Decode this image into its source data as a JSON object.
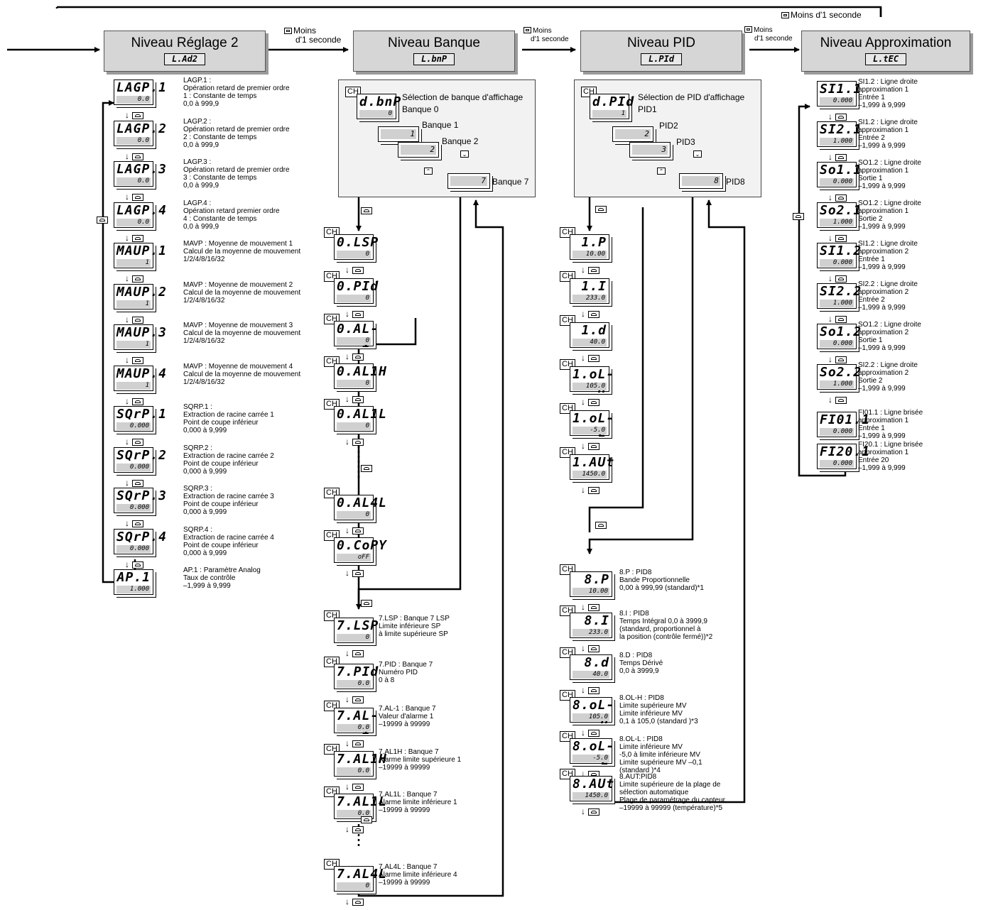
{
  "transitions": {
    "less_than_1s": "Moins d'1 seconde",
    "moins": "Moins",
    "d1_seconde": "d'1 seconde"
  },
  "levels": {
    "adj2": {
      "title": "Niveau Réglage 2",
      "code": "L.Ad2"
    },
    "bank": {
      "title": "Niveau Banque",
      "code": "L.bnP"
    },
    "pid": {
      "title": "Niveau PID",
      "code": "L.PId"
    },
    "approx": {
      "title": "Niveau Approximation",
      "code": "L.tEC"
    }
  },
  "ch_label": "CH",
  "adj2_items": [
    {
      "code": "LAGP.1",
      "value": "0.0",
      "desc": [
        "LAGP.1 :",
        "Opération retard de premier ordre",
        "1 : Constante de temps",
        "0,0 à 999,9"
      ]
    },
    {
      "code": "LAGP.2",
      "value": "0.0",
      "desc": [
        "LAGP.2 :",
        "Opération retard de premier ordre",
        "2 : Constante de temps",
        "0,0 à 999,9"
      ]
    },
    {
      "code": "LAGP.3",
      "value": "0.0",
      "desc": [
        "LAGP.3 :",
        "Opération retard de premier ordre",
        "3 : Constante de temps",
        "0,0 à 999,9"
      ]
    },
    {
      "code": "LAGP.4",
      "value": "0.0",
      "desc": [
        "LAGP.4 :",
        "Opération retard premier ordre",
        "4 : Constante de temps",
        "0,0 à 999,9"
      ]
    },
    {
      "code": "MAUP.1",
      "value": "1",
      "desc": [
        "MAVP : Moyenne de mouvement 1",
        "Calcul de la moyenne de mouvement",
        "1/2/4/8/16/32"
      ]
    },
    {
      "code": "MAUP.2",
      "value": "1",
      "desc": [
        "MAVP : Moyenne de mouvement 2",
        "Calcul de la moyenne de mouvement",
        "1/2/4/8/16/32"
      ]
    },
    {
      "code": "MAUP.3",
      "value": "1",
      "desc": [
        "MAVP : Moyenne de mouvement 3",
        "Calcul de la moyenne de mouvement",
        "1/2/4/8/16/32"
      ]
    },
    {
      "code": "MAUP.4",
      "value": "1",
      "desc": [
        "MAVP : Moyenne de mouvement 4",
        "Calcul de la moyenne de mouvement",
        "1/2/4/8/16/32"
      ]
    },
    {
      "code": "SQrP.1",
      "value": "0.000",
      "desc": [
        "SQRP.1 :",
        "Extraction de racine carrée 1",
        "Point de coupe inférieur",
        "0,000 à 9,999"
      ]
    },
    {
      "code": "SQrP.2",
      "value": "0.000",
      "desc": [
        "SQRP.2 :",
        "Extraction de racine carrée 2",
        "Point de coupe inférieur",
        "0,000 à 9,999"
      ]
    },
    {
      "code": "SQrP.3",
      "value": "0.000",
      "desc": [
        "SQRP.3 :",
        "Extraction de racine carrée 3",
        "Point de coupe inférieur",
        "0,000 à 9,999"
      ]
    },
    {
      "code": "SQrP.4",
      "value": "0.000",
      "desc": [
        "SQRP.4 :",
        "Extraction de racine carrée 4",
        "Point de coupe inférieur",
        "0,000 à 9,999"
      ]
    },
    {
      "code": "AP.1",
      "value": "1.000",
      "desc": [
        "AP.1 : Paramètre Analog",
        "Taux de contrôle",
        "–1,999 à 9,999"
      ]
    }
  ],
  "bank_panel": {
    "display_code": "d.bnP",
    "display_value": "0",
    "select_label": "Sélection de banque d'affichage",
    "labels": [
      "Banque 0",
      "Banque 1",
      "Banque 2",
      "Banque 7"
    ],
    "values": [
      "1",
      "2",
      "7"
    ]
  },
  "bank0_items": [
    {
      "code": "0.LSP",
      "value": "0"
    },
    {
      "code": "0.PId",
      "value": "0"
    },
    {
      "code": "0.AL-1",
      "value": "0"
    },
    {
      "code": "0.AL1H",
      "value": "0"
    },
    {
      "code": "0.AL1L",
      "value": "0"
    },
    {
      "code": "0.AL4L",
      "value": "0"
    },
    {
      "code": "0.CoPY",
      "value": "oFF"
    }
  ],
  "bank7_items": [
    {
      "code": "7.LSP",
      "value": "0",
      "desc": [
        "7.LSP : Banque 7 LSP",
        "Limite inférieure SP",
        "à limite supérieure SP"
      ]
    },
    {
      "code": "7.PId",
      "value": "0.0",
      "desc": [
        "7.PID : Banque 7",
        "Numéro PID",
        "0 à 8"
      ]
    },
    {
      "code": "7.AL-1",
      "value": "0.0",
      "desc": [
        "7.AL-1 : Banque 7",
        "Valeur d'alarme 1",
        "–19999 à 99999"
      ]
    },
    {
      "code": "7.AL1H",
      "value": "0.0",
      "desc": [
        "7.AL1H : Banque 7",
        "Alarme limite supérieure 1",
        "–19999 à 99999"
      ]
    },
    {
      "code": "7.AL1L",
      "value": "0.0",
      "desc": [
        "7.AL1L : Banque 7",
        "Alarme limite inférieure 1",
        "–19999 à 99999"
      ]
    },
    {
      "code": "7.AL4L",
      "value": "0",
      "desc": [
        "7.AL4L : Banque 7",
        "Alarme limite inférieure 4",
        "–19999 à 99999"
      ]
    }
  ],
  "pid_panel": {
    "display_code": "d.PId",
    "display_value": "1",
    "select_label": "Sélection de PID d'affichage",
    "labels": [
      "PID1",
      "PID2",
      "PID3",
      "PID8"
    ],
    "values": [
      "2",
      "3",
      "8"
    ]
  },
  "pid1_items": [
    {
      "code": "1.P",
      "value": "10.00"
    },
    {
      "code": "1.I",
      "value": "233.0"
    },
    {
      "code": "1.d",
      "value": "40.0"
    },
    {
      "code": "1.oL-H",
      "value": "105.0"
    },
    {
      "code": "1.oL-L",
      "value": "-5.0"
    },
    {
      "code": "1.AUt",
      "value": "1450.0"
    }
  ],
  "pid8_items": [
    {
      "code": "8.P",
      "value": "10.00",
      "desc": [
        "8.P : PID8",
        "Bande Proportionnelle",
        "0,00 à 999,99 (standard)*1"
      ]
    },
    {
      "code": "8.I",
      "value": "233.0",
      "desc": [
        "8.I : PID8",
        "Temps Intégral 0,0 à 3999,9",
        "(standard, proportionnel à",
        "la position (contrôle fermé))*2"
      ]
    },
    {
      "code": "8.d",
      "value": "40.0",
      "desc": [
        "8.D : PID8",
        "Temps Dérivé",
        "0,0 à 3999,9"
      ]
    },
    {
      "code": "8.oL-H",
      "value": "105.0",
      "desc": [
        "8.OL-H : PID8",
        "Limite supérieure MV",
        "Limite inférieure MV",
        "0,1 à 105,0 (standard )*3"
      ]
    },
    {
      "code": "8.oL-L",
      "value": "-5.0",
      "desc": [
        "8.OL-L : PID8",
        "Limite inférieure MV",
        "-5,0 à limite inférieure MV",
        "Limite supérieure MV –0,1",
        "(standard )*4"
      ]
    },
    {
      "code": "8.AUt",
      "value": "1450.0",
      "desc": [
        "8.AUT:PID8",
        "Limite supérieure de la plage de",
        "sélection automatique",
        "Plage de paramétrage du capteur,",
        "–19999 à 99999 (température)*5"
      ]
    }
  ],
  "approx_items": [
    {
      "code": "SI1.1",
      "value": "0.000",
      "desc": [
        "SI1.2 : Ligne droite",
        "approximation 1",
        "Entrée 1",
        "–1,999 à 9,999"
      ]
    },
    {
      "code": "SI2.1",
      "value": "1.000",
      "desc": [
        "SI1.2 : Ligne droite",
        "approximation 1",
        "Entrée 2",
        "–1,999 à 9,999"
      ]
    },
    {
      "code": "So1.1",
      "value": "0.000",
      "desc": [
        "SO1.2 : Ligne droite",
        "approximation 1",
        "Sortie 1",
        "–1,999 à 9,999"
      ]
    },
    {
      "code": "So2.1",
      "value": "1.000",
      "desc": [
        "SO1.2 : Ligne droite",
        "approximation 1",
        "Sortie 2",
        "–1,999 à 9,999"
      ]
    },
    {
      "code": "SI1.2",
      "value": "0.000",
      "desc": [
        "SI1.2 : Ligne droite",
        "approximation 2",
        "Entrée 1",
        "–1,999 à 9,999"
      ]
    },
    {
      "code": "SI2.2",
      "value": "1.000",
      "desc": [
        "SI2.2 : Ligne droite",
        "approximation 2",
        "Entrée 2",
        "–1,999 à 9,999"
      ]
    },
    {
      "code": "So1.2",
      "value": "0.000",
      "desc": [
        "SO1.2 : Ligne droite",
        "approximation 2",
        "Sortie 1",
        "–1,999 à 9,999"
      ]
    },
    {
      "code": "So2.2",
      "value": "1.000",
      "desc": [
        "SI2.2 : Ligne droite",
        "approximation 2",
        "Sortie 2",
        "–1,999 à 9,999"
      ]
    },
    {
      "code": "FI01.1",
      "value": "0.000",
      "desc": [
        "FI01.1 : Ligne brisée",
        "approximation 1",
        "Entrée 1",
        "–1,999 à 9,999"
      ]
    },
    {
      "code": "FI20.1",
      "value": "0.000",
      "desc": [
        "FI20.1 : Ligne brisée",
        "approximation 1",
        "Entrée 20",
        "–1,999 à 9,999"
      ]
    }
  ]
}
